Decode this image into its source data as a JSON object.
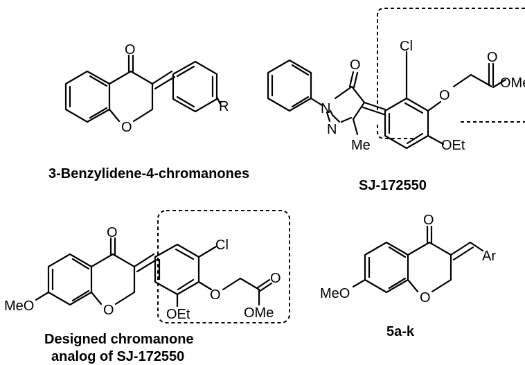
{
  "molecules": {
    "benzylidene": {
      "caption": "3-Benzylidene-4-chromanones",
      "atoms": {
        "o_carbonyl": "O",
        "o_ring": "O",
        "r_group": "R"
      }
    },
    "sj": {
      "caption": "SJ-172550",
      "atoms": {
        "o_carbonyl": "O",
        "n1": "N",
        "n2": "N",
        "methyl": "Me",
        "cl": "Cl",
        "o_ether": "O",
        "o_ester_dbl": "O",
        "ome": "OMe",
        "oet": "OEt"
      }
    },
    "designed": {
      "caption_line1": "Designed chromanone",
      "caption_line2": "analog of SJ-172550",
      "atoms": {
        "o_carbonyl": "O",
        "o_ring": "O",
        "meo": "MeO",
        "cl": "Cl",
        "o_ether": "O",
        "o_ester_dbl": "O",
        "ome": "OMe",
        "oet": "OEt"
      }
    },
    "series": {
      "caption": "5a-k",
      "atoms": {
        "o_carbonyl": "O",
        "o_ring": "O",
        "meo": "MeO",
        "ar": "Ar"
      }
    }
  }
}
